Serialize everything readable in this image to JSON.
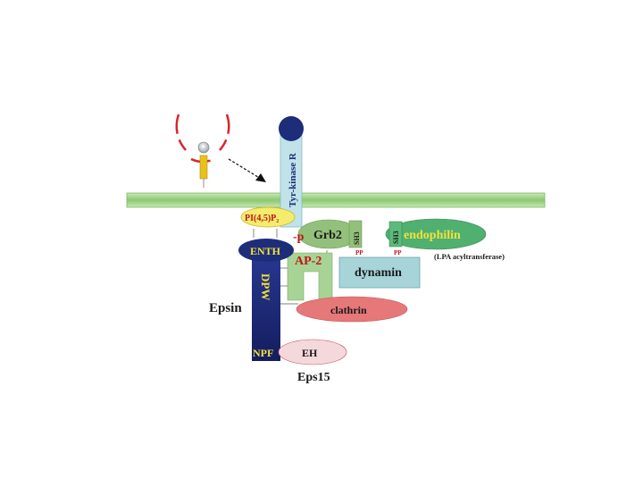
{
  "labels": {
    "receptor": "Tyr-kinase R",
    "pip2": "PI(4,5)P₂",
    "enth": "ENTH",
    "p": "-p",
    "grb2": "Grb2",
    "sh3_grb2": "SH3",
    "pp_grb2": "PP",
    "sh3_endo": "SH3",
    "pp_endo": "PP",
    "endophilin": "endophilin",
    "lpa": "(LPA acyltransferase)",
    "ap2": "AP-2",
    "dynamin": "dynamin",
    "dpw": "DPW",
    "epsin": "Epsin",
    "clathrin": "clathrin",
    "npf": "NPF",
    "eh": "EH",
    "eps15": "Eps15"
  },
  "colors": {
    "membrane": "#9fd186",
    "receptor_head": "#1e2d7a",
    "receptor_stalk": "#bfe3e8",
    "epsin_bar": "#1f2f86",
    "pip2_fill": "#f4ec6c",
    "grb2_fill": "#93c07a",
    "endophilin_fill": "#4fb070",
    "dynamin_fill": "#a6d4d8",
    "ap2_fill": "#a7d494",
    "clathrin_fill": "#e6787a",
    "eh_fill": "#f4d8dc",
    "red_text": "#c0141a",
    "yellow_text": "#f2e23a",
    "vesicle_red": "#d9262a",
    "ligand_yellow": "#e8c21a"
  }
}
